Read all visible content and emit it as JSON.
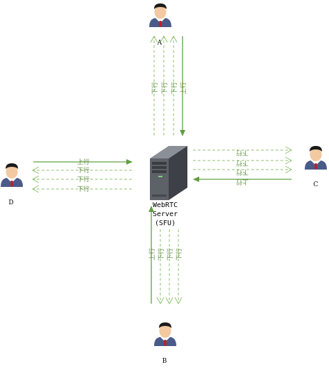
{
  "users": {
    "A": "A",
    "B": "B",
    "C": "C",
    "D": "D"
  },
  "server": {
    "line1": "WebRTC",
    "line2": "Server",
    "line3": "(SFU)"
  },
  "links": {
    "up": "上行",
    "down": "下行"
  },
  "colors": {
    "solid_arrow": "#5fa040",
    "dashed_arrow": "#8fc070",
    "person_suit": "#4a5a8a",
    "tie": "#c02020"
  }
}
